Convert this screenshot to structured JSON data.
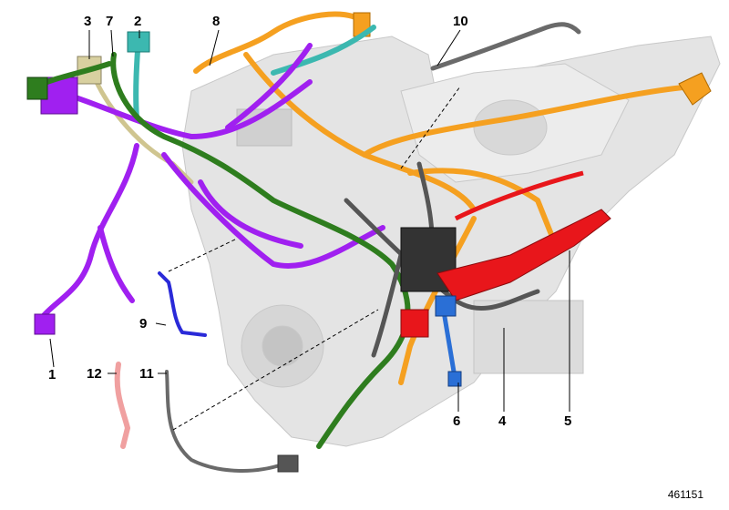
{
  "callouts": {
    "c1": "1",
    "c2": "2",
    "c3": "3",
    "c4": "4",
    "c5": "5",
    "c6": "6",
    "c7": "7",
    "c8": "8",
    "c9": "9",
    "c10": "10",
    "c11": "11",
    "c12": "12"
  },
  "reference_id": "461151",
  "colors": {
    "harness_purple": "#a020f0",
    "harness_orange": "#f5a020",
    "harness_red": "#e8161b",
    "harness_green": "#2e7d1e",
    "harness_teal": "#3cb8b0",
    "harness_khaki": "#d8d0a0",
    "harness_blue": "#2a6fd6",
    "harness_gray": "#707070",
    "harness_pink": "#f0a0a0",
    "engine_gray": "#e2e2e2"
  }
}
